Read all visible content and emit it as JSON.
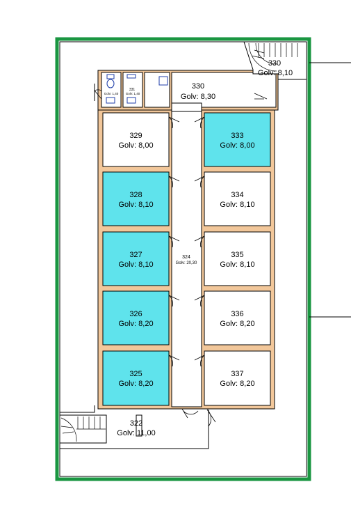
{
  "colors": {
    "outer_wall": "#1a9641",
    "interior_wall": "#f2c79a",
    "room_highlight": "#5fe3ec",
    "room_plain": "#ffffff",
    "line": "#000000"
  },
  "rooms": [
    {
      "id": "room-329",
      "number": "329",
      "level": "Golv:  8,00",
      "highlight": false
    },
    {
      "id": "room-333",
      "number": "333",
      "level": "Golv:  8,00",
      "highlight": true
    },
    {
      "id": "room-328",
      "number": "328",
      "level": "Golv:  8,10",
      "highlight": true
    },
    {
      "id": "room-334",
      "number": "334",
      "level": "Golv:  8,10",
      "highlight": false
    },
    {
      "id": "room-327",
      "number": "327",
      "level": "Golv:  8,10",
      "highlight": true
    },
    {
      "id": "room-335",
      "number": "335",
      "level": "Golv:  8,10",
      "highlight": false
    },
    {
      "id": "room-326",
      "number": "326",
      "level": "Golv:  8,20",
      "highlight": true
    },
    {
      "id": "room-336",
      "number": "336",
      "level": "Golv:  8,20",
      "highlight": false
    },
    {
      "id": "room-325",
      "number": "325",
      "level": "Golv:  8,20",
      "highlight": true
    },
    {
      "id": "room-337",
      "number": "337",
      "level": "Golv:  8,20",
      "highlight": false
    }
  ],
  "corridor": {
    "number": "324",
    "level": "Golv: 20,30"
  },
  "room_330": {
    "number": "330",
    "level": "Golv:  8,30"
  },
  "room_331": {
    "number": "331",
    "level_a": "Golv:  1,40",
    "level_b": "Golv:  1,40"
  },
  "room_322": {
    "number": "322",
    "level": "Golv: 11,00"
  },
  "stair_top": {
    "number": "330",
    "level": "Golv: 8,10"
  }
}
